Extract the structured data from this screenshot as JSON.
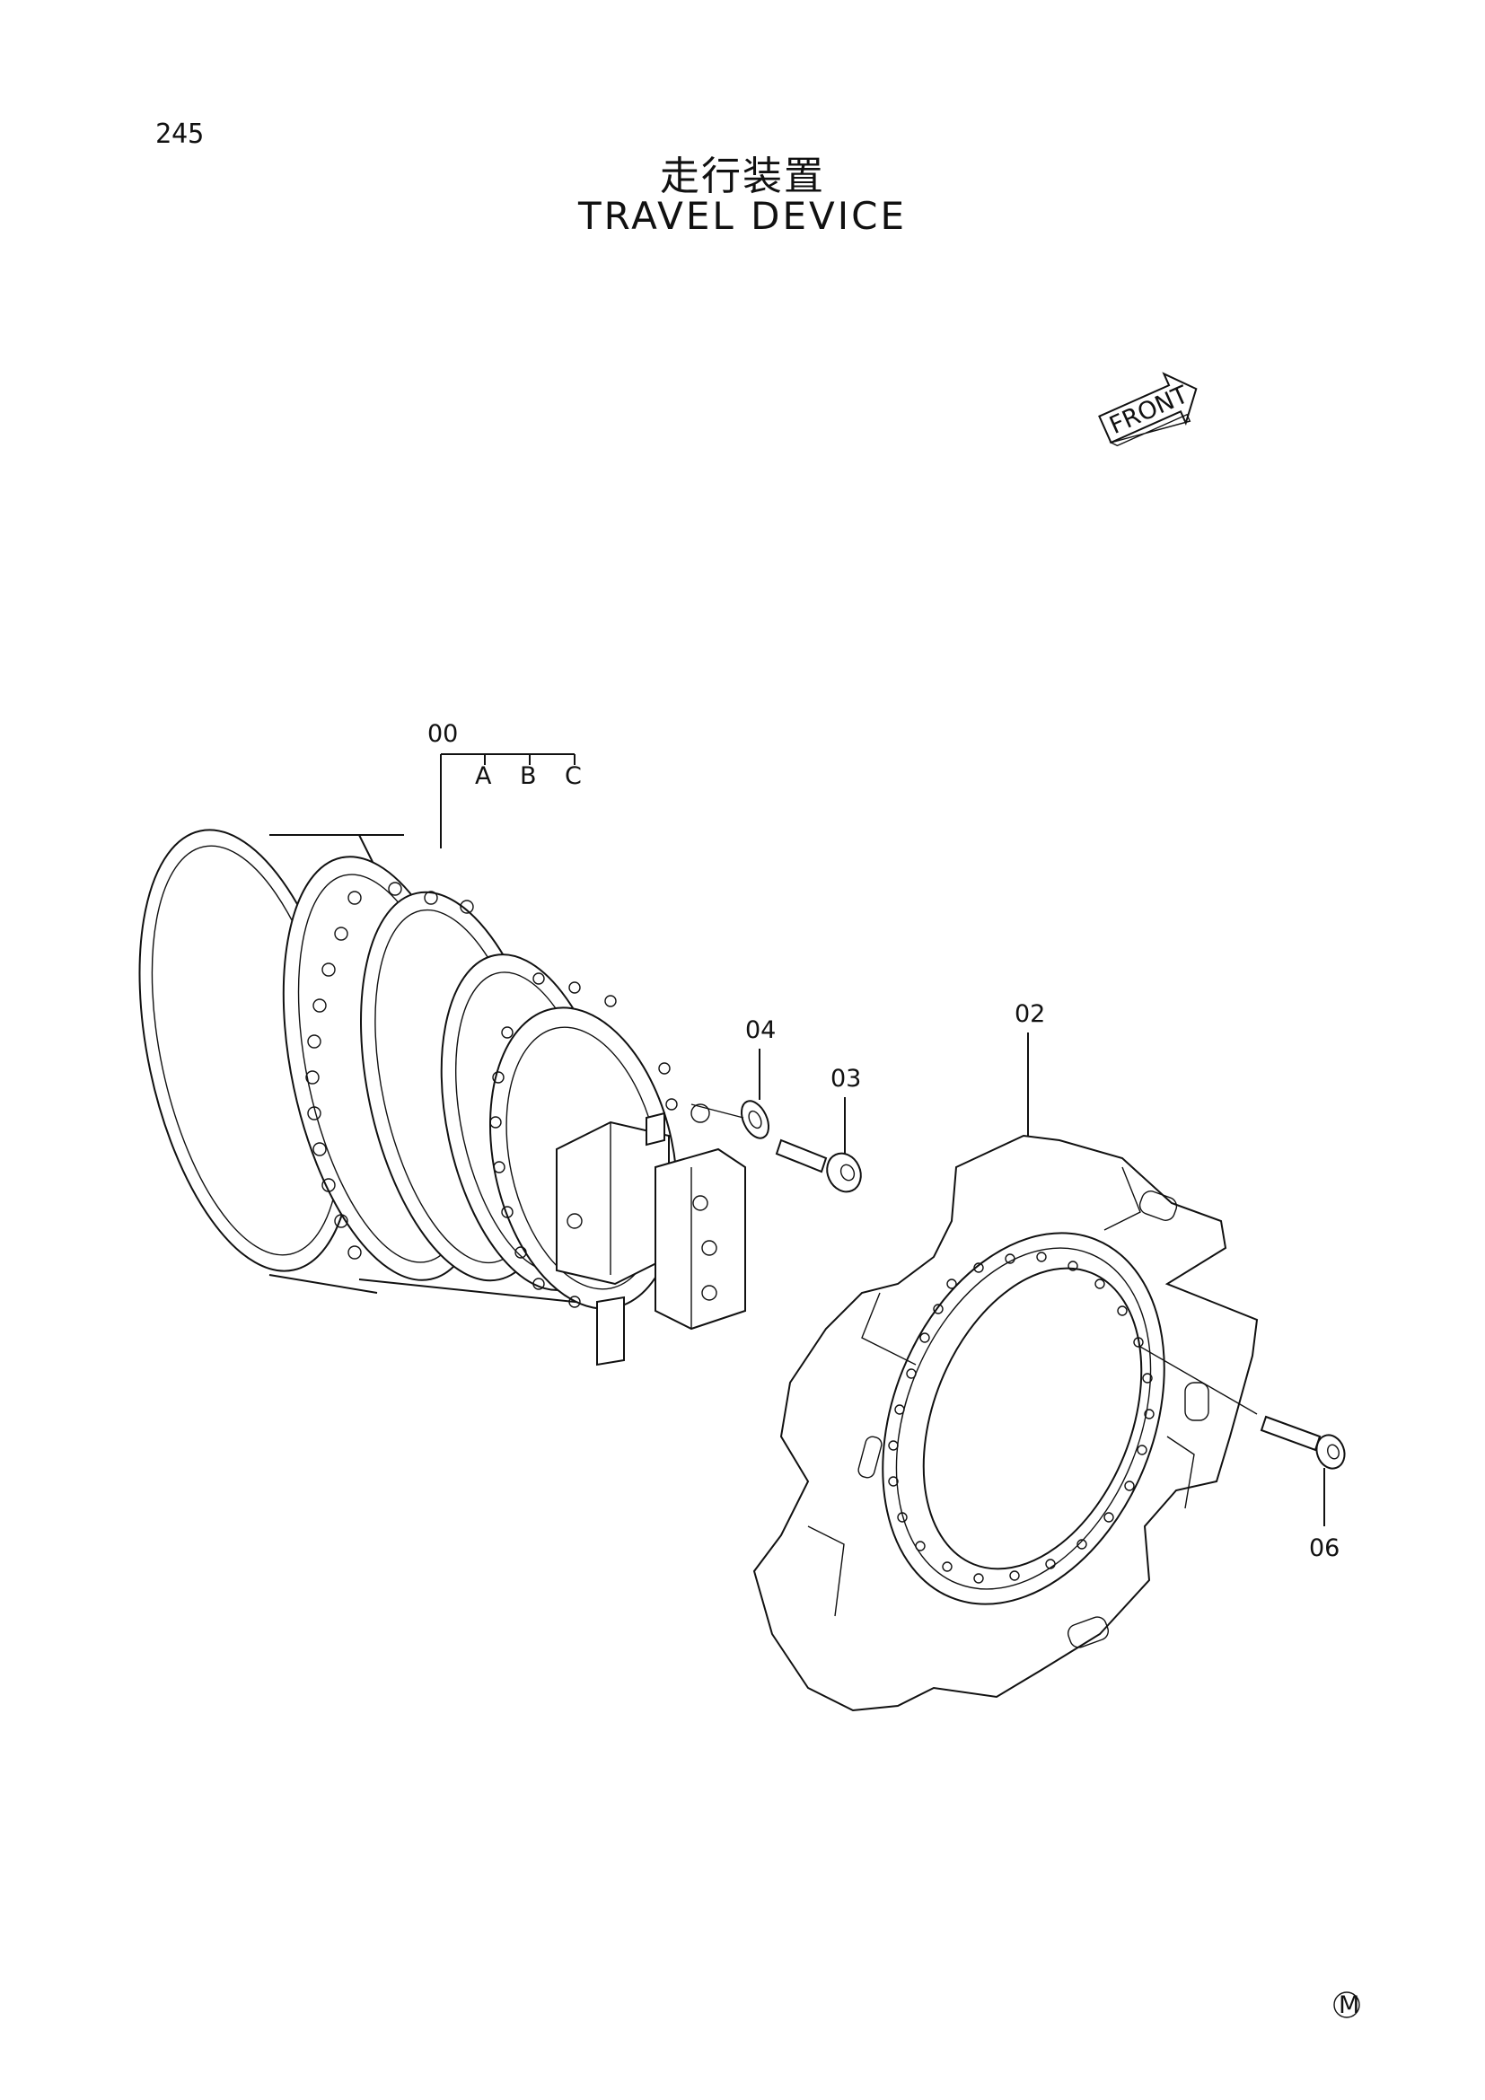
{
  "header": {
    "page_number": "245",
    "title_jp": "走行装置",
    "title_en": "TRAVEL DEVICE"
  },
  "orientation": {
    "arrow_label": "FRONT"
  },
  "callouts": {
    "main_assembly": "00",
    "sub_a": "A",
    "sub_b": "B",
    "sub_c": "C",
    "sprocket": "02",
    "bolt": "03",
    "washer": "04",
    "sprocket_bolt": "06"
  },
  "footer": {
    "mark": "M"
  }
}
